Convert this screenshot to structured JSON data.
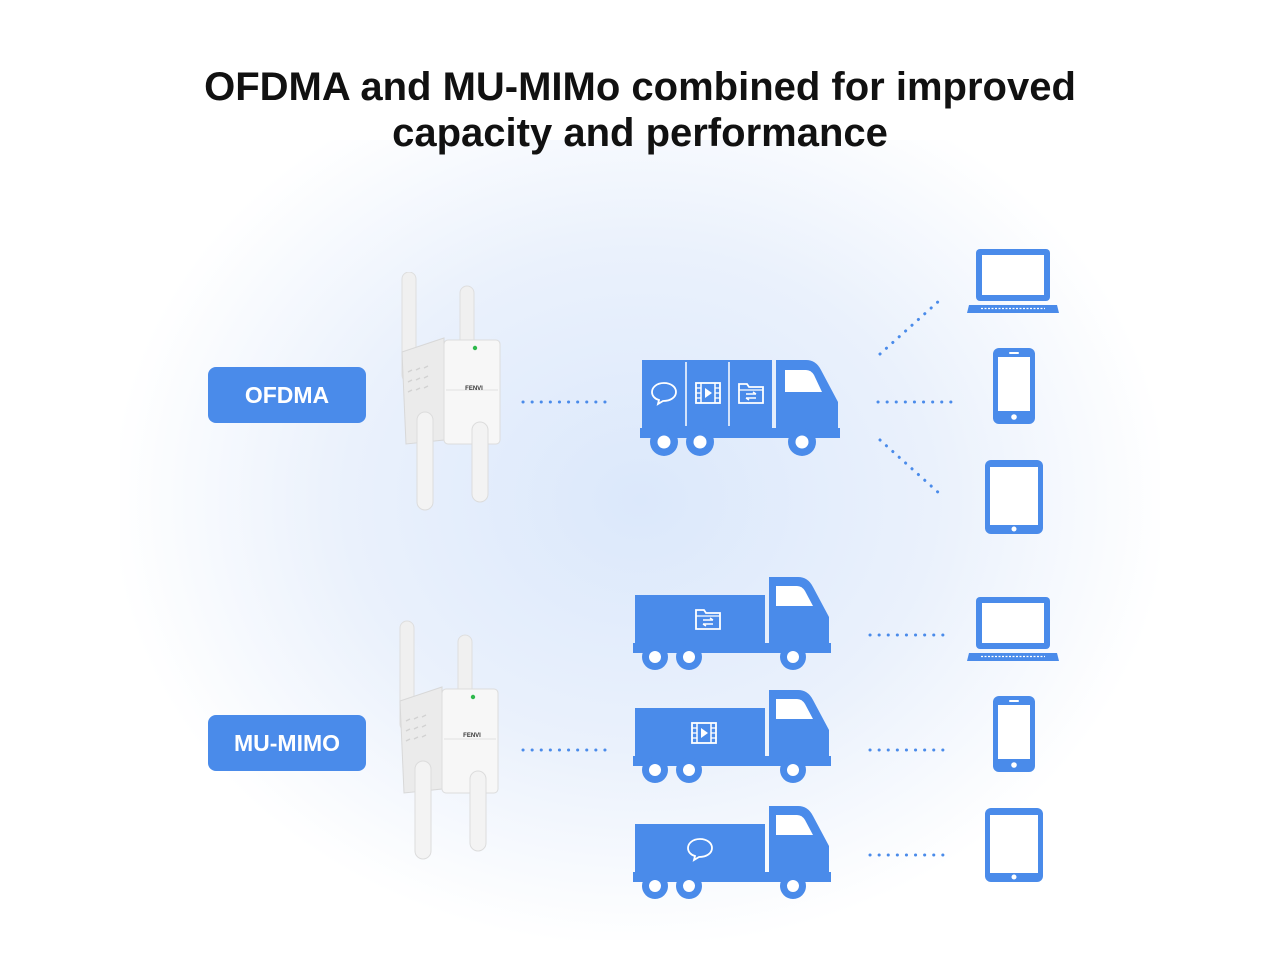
{
  "title": {
    "line1": "OFDMA and MU-MIMo combined for improved",
    "line2": "capacity and performance"
  },
  "colors": {
    "accent": "#4a8bea",
    "glow": "#e3edfb",
    "text": "#111111"
  },
  "sections": [
    {
      "label": "OFDMA",
      "router_brand": "FENVI",
      "truck_cargo_icons": [
        "chat-bubble-icon",
        "film-icon",
        "folder-icon"
      ],
      "devices": [
        "laptop-icon",
        "phone-icon",
        "tablet-icon"
      ]
    },
    {
      "label": "MU-MIMO",
      "router_brand": "FENVI",
      "truck_cargo_icons": [
        "folder-icon",
        "film-icon",
        "chat-bubble-icon"
      ],
      "devices": [
        "laptop-icon",
        "phone-icon",
        "tablet-icon"
      ]
    }
  ]
}
